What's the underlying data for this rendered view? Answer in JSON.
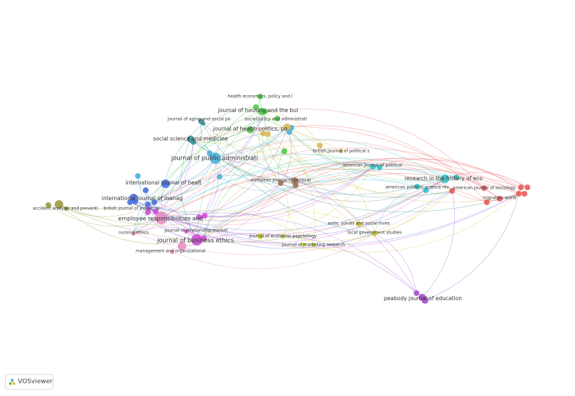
{
  "app": {
    "logo_text": "VOSviewer",
    "logo_icon": "vosviewer-logo-icon"
  },
  "clusters": {
    "green": "#4fc94a",
    "teal": "#3c8f95",
    "lightblue": "#4fb3d9",
    "tan": "#d8b85a",
    "brown": "#a0715a",
    "blue": "#4a6fe0",
    "olive": "#9a9a40",
    "pink": "#e68fc0",
    "magenta": "#cf4fd2",
    "yellow": "#cccc3a",
    "cyan": "#2ec4c8",
    "red": "#e85a5a",
    "purple": "#a64fd0"
  },
  "labels": [
    "health economics, policy and l",
    "journal of housing and the bui",
    "journal of aging and social po",
    "social policy and administrati",
    "journal of health politics, po",
    "social science and medicine",
    "journal of public administrati",
    "british journal of political s",
    "american journal of political",
    "international journal of healt",
    "european journal of political",
    "research in the history of eco",
    "american political science rev",
    "american journal of sociology",
    "migration world",
    "international journal of manag",
    "accident analysis and preventi",
    "british journal of industrial",
    "employee responsibilities and",
    "journal of relationship market",
    "nursing ethics",
    "journal of business ethics",
    "management and organizational",
    "journal of economic psychology",
    "exits, voices and social inves",
    "local government studies",
    "journal of marketing research",
    "peabody journal of education"
  ]
}
